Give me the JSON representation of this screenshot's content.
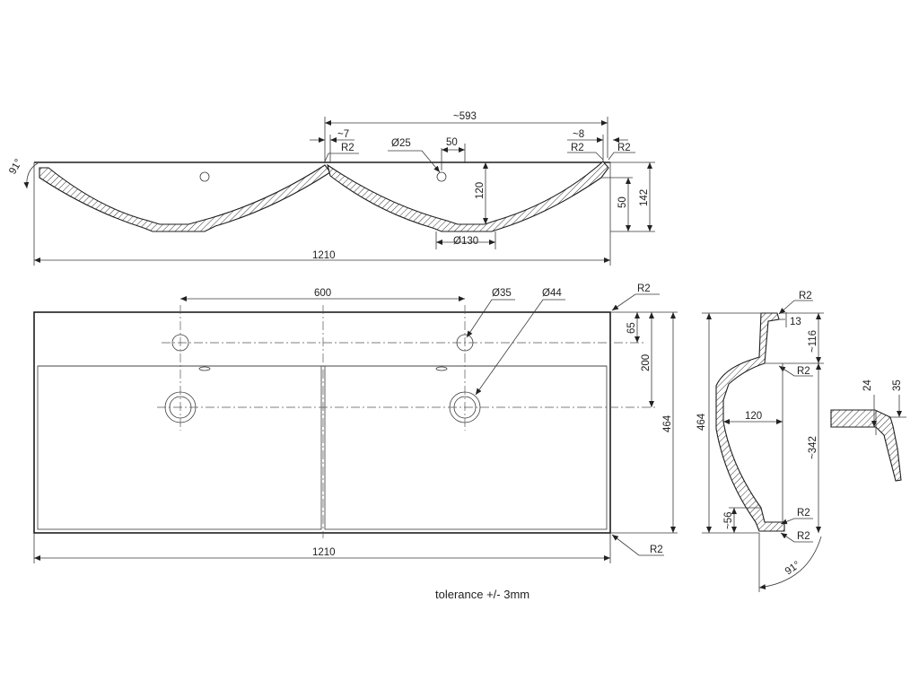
{
  "note": "tolerance +/- 3mm",
  "top_section": {
    "overall_width": "1210",
    "basin_spacing": "~593",
    "left_offset": "~7",
    "right_offset": "~8",
    "radius_left": "R2",
    "radius_mid": "R2",
    "radius_right": "R2",
    "tap_hole": "Ø25",
    "tap_offset": "50",
    "basin_depth": "120",
    "rim_height": "50",
    "total_height": "142",
    "drain_dia": "Ø130",
    "angle": "91°"
  },
  "plan_view": {
    "tap_spacing": "600",
    "hole_small": "Ø35",
    "hole_large": "Ø44",
    "radius_top": "R2",
    "radius_bottom": "R2",
    "tap_row_offset": "65",
    "drain_offset": "200",
    "depth": "464",
    "overall_width": "1210"
  },
  "side_section": {
    "radius_top": "R2",
    "rim": "13",
    "upper_depth": "~116",
    "radius_mid": "R2",
    "bowl_depth": "120",
    "total_depth": "464",
    "lower_depth": "~342",
    "radius_low": "R2",
    "drain_height": "~56",
    "radius_base": "R2",
    "angle": "91°"
  },
  "detail": {
    "edge_height": "24",
    "overall_height": "35"
  }
}
